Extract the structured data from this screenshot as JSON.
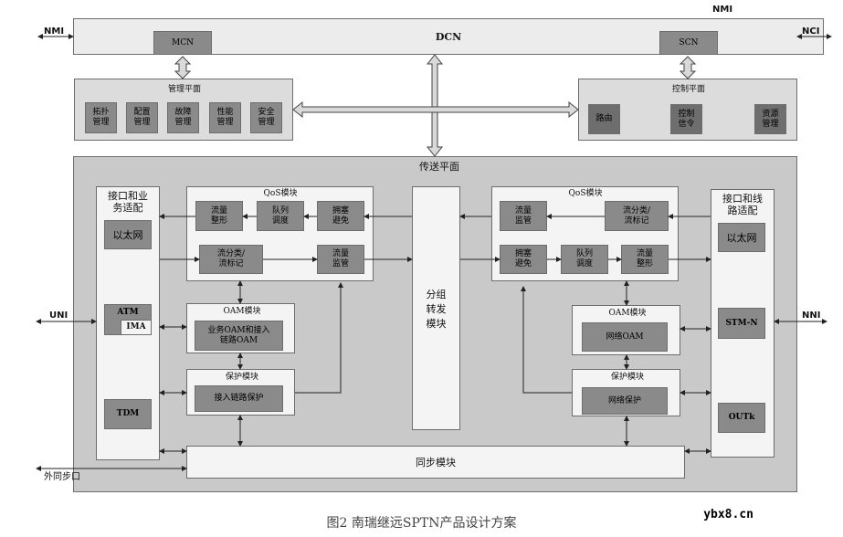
{
  "top": {
    "dcn": "DCN",
    "nmi_left": "NMI",
    "nmi_top": "NMI",
    "nci": "NCI",
    "mcn": "MCN",
    "scn": "SCN"
  },
  "management": {
    "title": "管理平面",
    "items": [
      "拓扑\n管理",
      "配置\n管理",
      "故障\n管理",
      "性能\n管理",
      "安全\n管理"
    ]
  },
  "control": {
    "title": "控制平面",
    "items": [
      "路由",
      "控制\n信令",
      "资源\n管理"
    ]
  },
  "transport": {
    "title": "传送平面",
    "left_adapt": {
      "title": "接口和业\n务适配",
      "ethernet": "以太网",
      "atm": "ATM",
      "ima": "IMA",
      "tdm": "TDM"
    },
    "right_adapt": {
      "title": "接口和线\n路适配",
      "ethernet": "以太网",
      "stmn": "STM-N",
      "otuk": "OUTk"
    },
    "qos_left": {
      "title": "QoS模块",
      "shaping": "流量\n整形",
      "queue": "队列\n调度",
      "congestion": "拥塞\n避免",
      "classify": "流分类/\n流标记",
      "police": "流量\n监管"
    },
    "qos_right": {
      "title": "QoS模块",
      "police": "流量\n监管",
      "classify": "流分类/\n流标记",
      "congestion": "拥塞\n避免",
      "queue": "队列\n调度",
      "shaping": "流量\n整形"
    },
    "oam_left": {
      "title": "OAM模块",
      "content": "业务OAM和接入\n链路OAM"
    },
    "oam_right": {
      "title": "OAM模块",
      "content": "网络OAM"
    },
    "prot_left": {
      "title": "保护模块",
      "content": "接入链路保护"
    },
    "prot_right": {
      "title": "保护模块",
      "content": "网络保护"
    },
    "switch": "分组\n转发\n模块",
    "sync": "同步模块"
  },
  "ports": {
    "uni": "UNI",
    "nni": "NNI",
    "ext_sync": "外同步口"
  },
  "caption": "图2   南瑞继远SPTN产品设计方案",
  "watermark": "ybx8.cn"
}
